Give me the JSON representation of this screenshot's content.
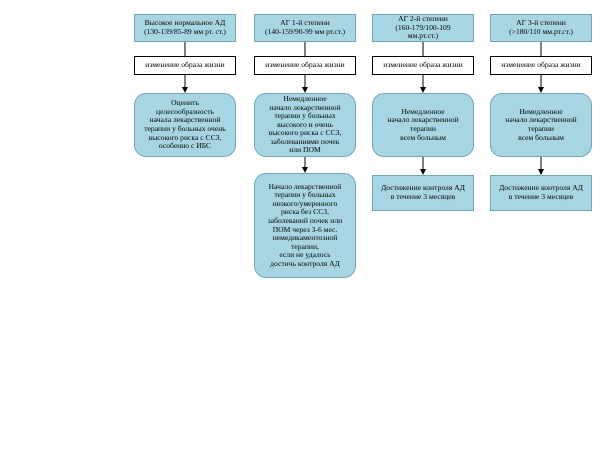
{
  "columns": [
    {
      "header": "Высокое нормальное АД\n(130-139/85-89 мм рт. ст.)",
      "lifestyle": "изменение образа жизни",
      "action": "Оценить\nцелесообразность\nначала лекарственной\nтерапии у больных очень\nвысокого риска с ССЗ,\nособенно с ИБС"
    },
    {
      "header": "АГ 1-й степени\n(140-159/90-99 мм рт.ст.)",
      "lifestyle": "изменение образа жизни",
      "action": "Немедленное\nначало лекарственной\nтерапии у больных\nвысокого и очень\nвысокого риска с ССЗ,\nзаболеваниями почек\nили ПОМ",
      "secondary": "Начало лекарственной\nтерапии у больных\nнизкого/умеренного\nриска без ССЗ,\nзаболеваний почек или\nПОМ через 3-6 мес.\nнемедикаментозной\nтерапии,\nесли не удалось\nдостичь контроля АД"
    },
    {
      "header": "АГ 2-й степени\n(160-179/100-109\nмм.рт.ст.)",
      "lifestyle": "изменение образа жизни",
      "action": "Немедленное\nначало лекарственной\nтерапии\nвсем больным",
      "result": "Достижение контроля АД\nв течение 3 месяцев"
    },
    {
      "header": "АГ 3-й степени\n(>180/110 мм.рт.ст.)",
      "lifestyle": "изменение образа жизни",
      "action": "Немедленное\nначало лекарственной\nтерапии\nвсем больным",
      "result": "Достижение контроля АД\nв течение 3 месяцев"
    }
  ]
}
